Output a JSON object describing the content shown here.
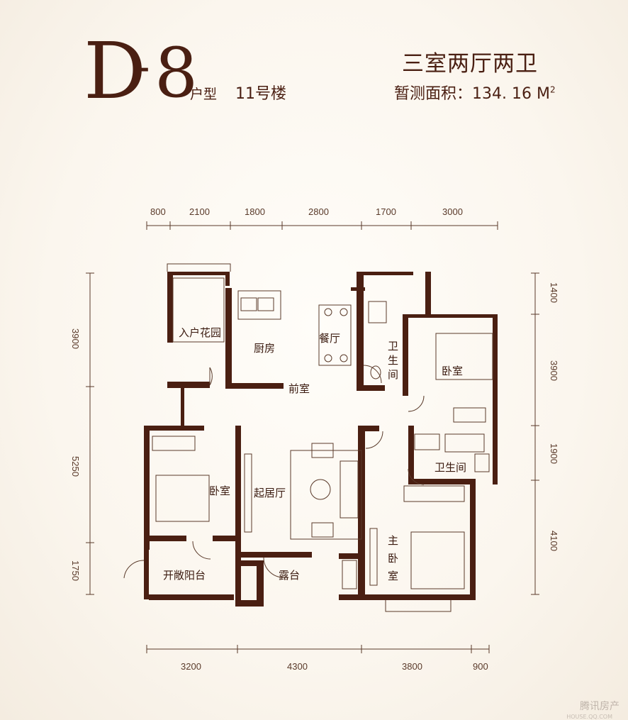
{
  "header": {
    "code_letter": "D",
    "code_dash": "-",
    "code_number": "8",
    "unit_type": "户型",
    "building": "11号楼",
    "layout": "三室两厅两卫",
    "area_label": "暂测面积：134. 16 M",
    "area_sup": "2"
  },
  "dimensions": {
    "top": [
      "800",
      "2100",
      "1800",
      "2800",
      "1700",
      "3000"
    ],
    "bottom": [
      "3200",
      "4300",
      "3800",
      "900"
    ],
    "left": [
      "3900",
      "5250",
      "1750"
    ],
    "right": [
      "1400",
      "3900",
      "1900",
      "4100"
    ]
  },
  "rooms": {
    "entry_garden": "入户花园",
    "kitchen": "厨房",
    "dining": "餐厅",
    "bath1_a": "卫",
    "bath1_b": "生",
    "bath1_c": "间",
    "bedroom_ne": "卧室",
    "foyer": "前室",
    "bath2": "卫生间",
    "bedroom_w": "卧室",
    "living": "起居厅",
    "master_a": "主",
    "master_b": "卧",
    "master_c": "室",
    "open_balcony": "开敞阳台",
    "terrace": "露台"
  },
  "watermark": {
    "text": "腾讯房产",
    "url": "HOUSE.QQ.COM"
  },
  "colors": {
    "wall": "#4a1f12",
    "line": "#5a3a2a",
    "background": "#fbf6ee"
  }
}
